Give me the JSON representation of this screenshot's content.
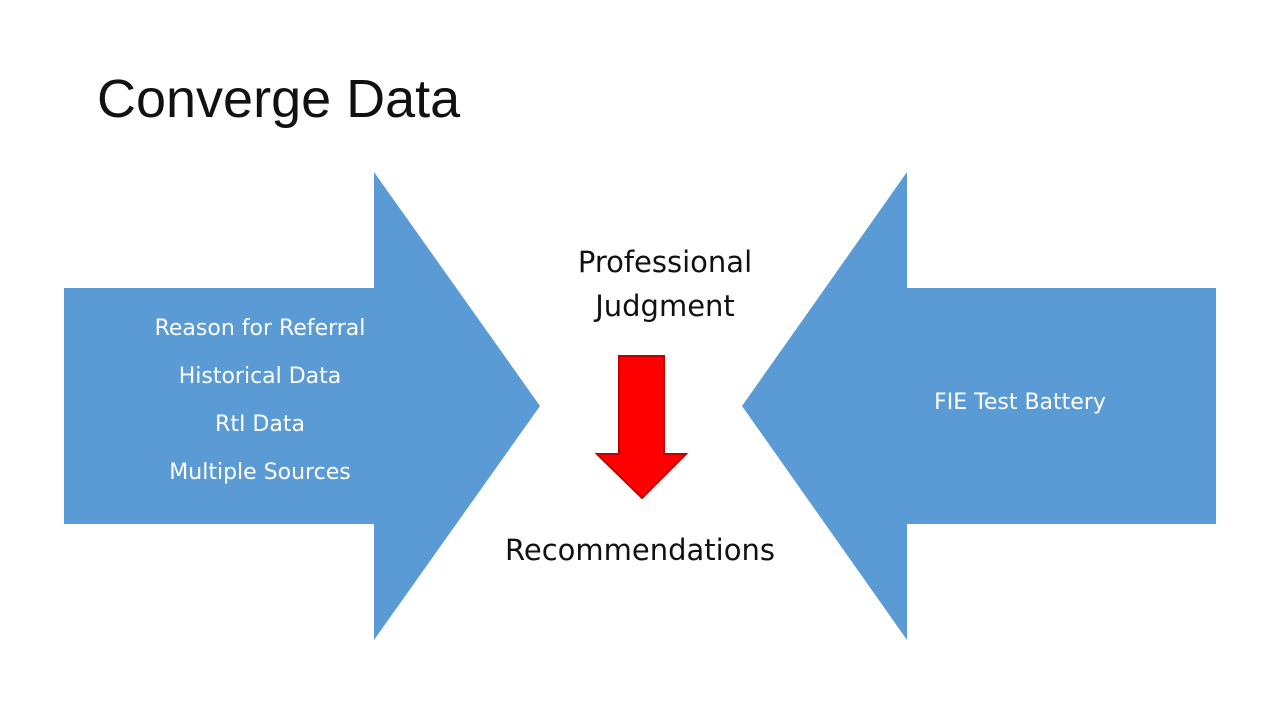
{
  "slide": {
    "title": "Converge Data"
  },
  "left_arrow": {
    "items": [
      {
        "label": "Reason for Referral"
      },
      {
        "label": "Historical Data"
      },
      {
        "label": "RtI Data"
      },
      {
        "label": "Multiple Sources"
      }
    ]
  },
  "right_arrow": {
    "label": "FIE Test Battery"
  },
  "center": {
    "top_label_line1": "Professional",
    "top_label_line2": "Judgment",
    "bottom_label": "Recommendations"
  },
  "colors": {
    "arrow_blue": "#5b9bd5",
    "arrow_red": "#ff0000",
    "arrow_red_border": "#c00000"
  },
  "icons": {
    "left_arrow": "right-arrow-icon",
    "right_arrow": "left-arrow-icon",
    "center_arrow": "down-arrow-icon"
  }
}
